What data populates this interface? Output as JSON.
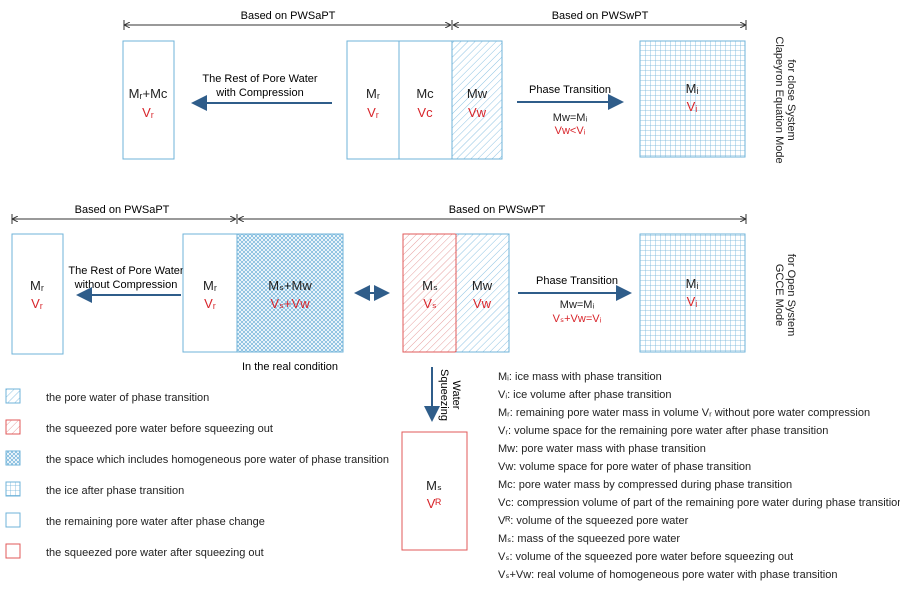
{
  "colors": {
    "blue_outline": "#6fb3d9",
    "hatch": "#8ec3e3",
    "grid": "#6fb3d9",
    "red_outline": "#e05a5a",
    "red_text": "#d8252b",
    "arrow": "#2f5d8a"
  },
  "top": {
    "range_left": "Based on PWSaPT",
    "range_right": "Based on PWSwPT",
    "box1": {
      "mass": "Mᵣ+Mᴄ",
      "vol": "Vᵣ"
    },
    "arrow_left_text_1": "The Rest of Pore Water",
    "arrow_left_text_2": "with Compression",
    "box_r": {
      "mass": "Mᵣ",
      "vol": "Vᵣ"
    },
    "box_c": {
      "mass": "Mᴄ",
      "vol": "Vᴄ"
    },
    "box_w": {
      "mass": "Mᴡ",
      "vol": "Vᴡ"
    },
    "phase_label": "Phase Transition",
    "eq1": "Mᴡ=Mᵢ",
    "eq2": "Vᴡ<Vᵢ",
    "ice": {
      "mass": "Mᵢ",
      "vol": "Vᵢ"
    },
    "side_line1": "Clapeyron Equation Mode",
    "side_line2": "for close System"
  },
  "bottom": {
    "range_left": "Based on PWSaPT",
    "range_right": "Based on PWSwPT",
    "box1": {
      "mass": "Mᵣ",
      "vol": "Vᵣ"
    },
    "arrow_left_text_1": "The Rest of Pore Water",
    "arrow_left_text_2": "without Compression",
    "box_r": {
      "mass": "Mᵣ",
      "vol": "Vᵣ"
    },
    "box_sw": {
      "mass": "Mₛ+Mᴡ",
      "vol": "Vₛ+Vᴡ"
    },
    "real_condition": "In the real condition",
    "box_s": {
      "mass": "Mₛ",
      "vol": "Vₛ"
    },
    "box_w": {
      "mass": "Mᴡ",
      "vol": "Vᴡ"
    },
    "phase_label": "Phase Transition",
    "eq1": "Mᴡ=Mᵢ",
    "eq2": "Vₛ+Vᴡ=Vᵢ",
    "ice": {
      "mass": "Mᵢ",
      "vol": "Vᵢ"
    },
    "side_line1": "GCCE Mode",
    "side_line2": "for Open System",
    "squeeze_line1": "Water",
    "squeeze_line2": "Squeezing",
    "squeezed": {
      "mass": "Mₛ",
      "vol": "Vᴿ"
    }
  },
  "legend": [
    "the pore water of phase transition",
    "the squeezed pore water before squeezing out",
    "the space which includes homogeneous pore water  of phase transition",
    "the ice after phase transition",
    "the remaining pore water after phase change",
    "the  squeezed pore water after squeezing out"
  ],
  "definitions": [
    "Mᵢ: ice mass with phase transition",
    "Vᵢ: ice volume after phase transition",
    "Mᵣ: remaining pore water mass in volume Vᵣ without pore water compression",
    "Vᵣ: volume space for the remaining pore water after phase transition",
    "Mᴡ: pore water mass with phase transition",
    "Vᴡ: volume space for pore water of phase transition",
    "Mᴄ: pore water mass by compressed during phase transition",
    "Vᴄ: compression volume of part of the remaining pore water during phase transition",
    "Vᴿ: volume of the squeezed pore water",
    "Mₛ: mass of the squeezed pore water",
    "Vₛ: volume of the squeezed pore water before squeezing out",
    "Vₛ+Vᴡ: real volume of homogeneous pore water with phase transition"
  ]
}
